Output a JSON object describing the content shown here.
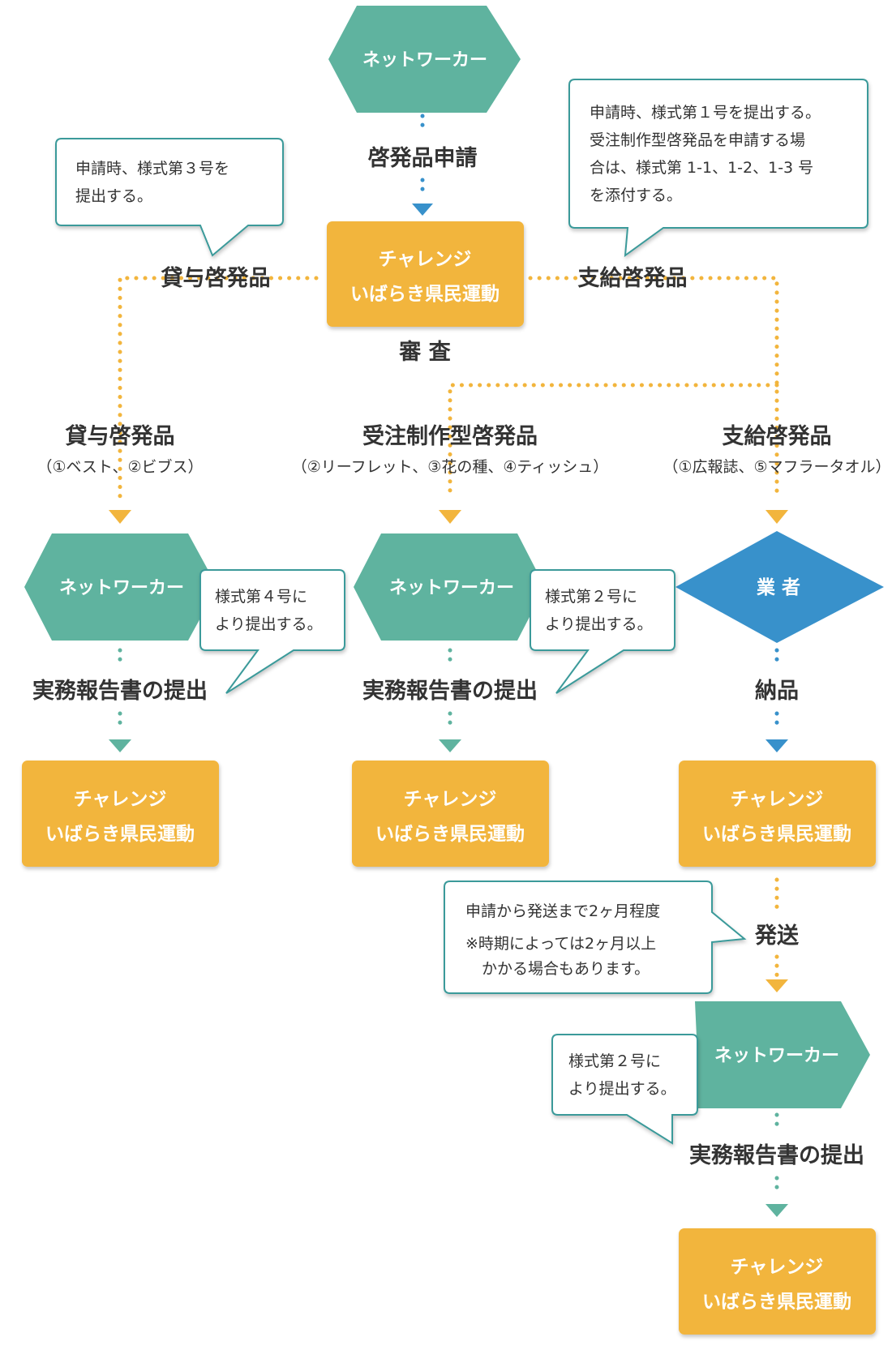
{
  "colors": {
    "networker": "#5fb39f",
    "org": "#f2b53d",
    "vendor": "#3891cb",
    "orange_line": "#f2b53d",
    "teal_line": "#5fb39f",
    "blue_line": "#3891cb",
    "bubble_border": "#3a9a9a",
    "text": "#333333"
  },
  "nodes": {
    "top_networker": "ネットワーカー",
    "org_top_line1": "チャレンジ",
    "org_top_line2": "いばらき県民運動",
    "networker_left": "ネットワーカー",
    "networker_mid": "ネットワーカー",
    "vendor": "業 者",
    "org_left_line1": "チャレンジ",
    "org_left_line2": "いばらき県民運動",
    "org_mid_line1": "チャレンジ",
    "org_mid_line2": "いばらき県民運動",
    "org_right_line1": "チャレンジ",
    "org_right_line2": "いばらき県民運動",
    "networker_bottom": "ネットワーカー",
    "org_bottom_line1": "チャレンジ",
    "org_bottom_line2": "いばらき県民運動"
  },
  "labels": {
    "apply": "啓発品申請",
    "lend_branch": "貸与啓発品",
    "supply_branch": "支給啓発品",
    "review": "審 査",
    "lend_title": "貸与啓発品",
    "lend_items": "（①ベスト、②ビブス）",
    "order_title": "受注制作型啓発品",
    "order_items": "（②リーフレット、③花の種、④ティッシュ）",
    "supply_title": "支給啓発品",
    "supply_items": "（①広報誌、⑤マフラータオル）",
    "report_left": "実務報告書の提出",
    "report_mid": "実務報告書の提出",
    "deliver": "納品",
    "ship": "発送",
    "report_bottom": "実務報告書の提出"
  },
  "notes": {
    "form3_line1": "申請時、様式第３号を",
    "form3_line2": "提出する。",
    "form1_line1": "申請時、様式第１号を提出する。",
    "form1_line2": "受注制作型啓発品を申請する場",
    "form1_line3": "合は、様式第 1-1、1-2、1-3 号",
    "form1_line4": "を添付する。",
    "form4_line1": "様式第４号に",
    "form4_line2": "より提出する。",
    "form2a_line1": "様式第２号に",
    "form2a_line2": "より提出する。",
    "ship_line1": "申請から発送まで2ヶ月程度",
    "ship_line2": "※時期によっては2ヶ月以上",
    "ship_line3": "かかる場合もあります。",
    "form2b_line1": "様式第２号に",
    "form2b_line2": "より提出する。"
  }
}
